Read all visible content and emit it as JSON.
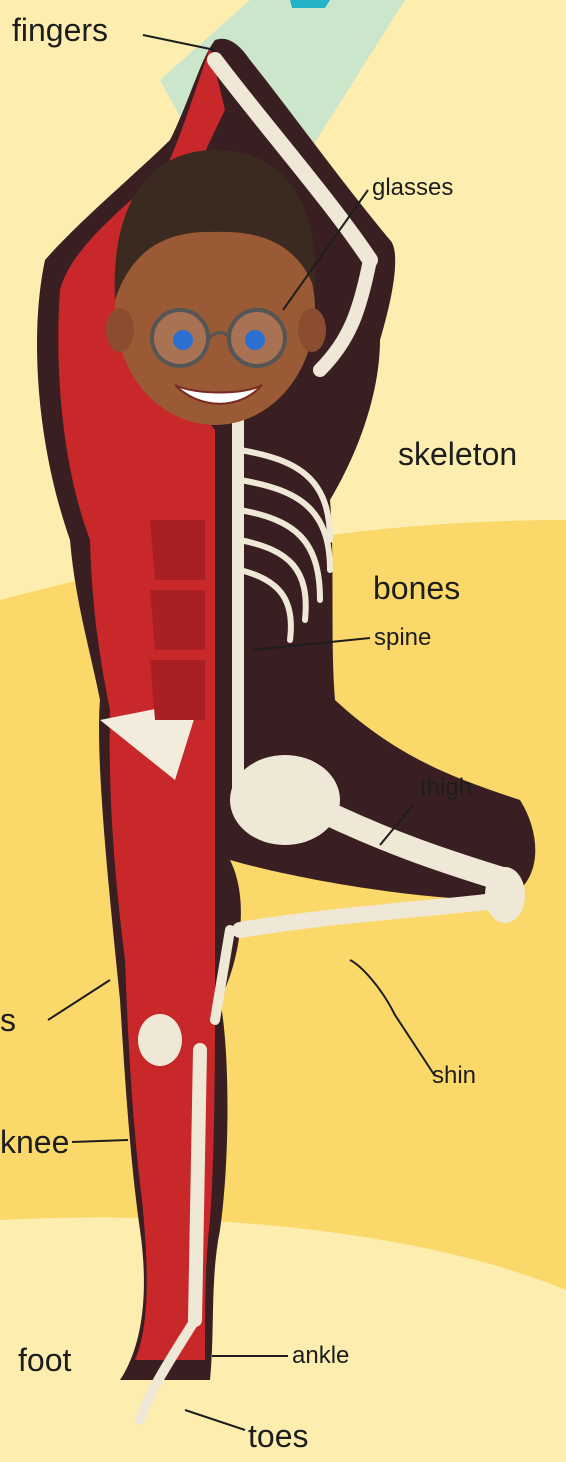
{
  "labels": {
    "fingers": "fingers",
    "glasses": "glasses",
    "skeleton": "skeleton",
    "bones": "bones",
    "spine": "spine",
    "thigh": "thigh",
    "muscles_partial": "s",
    "shin": "shin",
    "knee": "knee",
    "foot": "foot",
    "ankle": "ankle",
    "toes": "toes"
  },
  "colors": {
    "background_light": "#fdeeb0",
    "background_sand": "#fbd86a",
    "light_beam": "#bfe3d3",
    "outline": "#3a1f22",
    "muscle": "#c8282a",
    "bone": "#efe8d6",
    "skin": "#9a5a35",
    "hair": "#3b2a20",
    "iris": "#2b6fd0"
  }
}
